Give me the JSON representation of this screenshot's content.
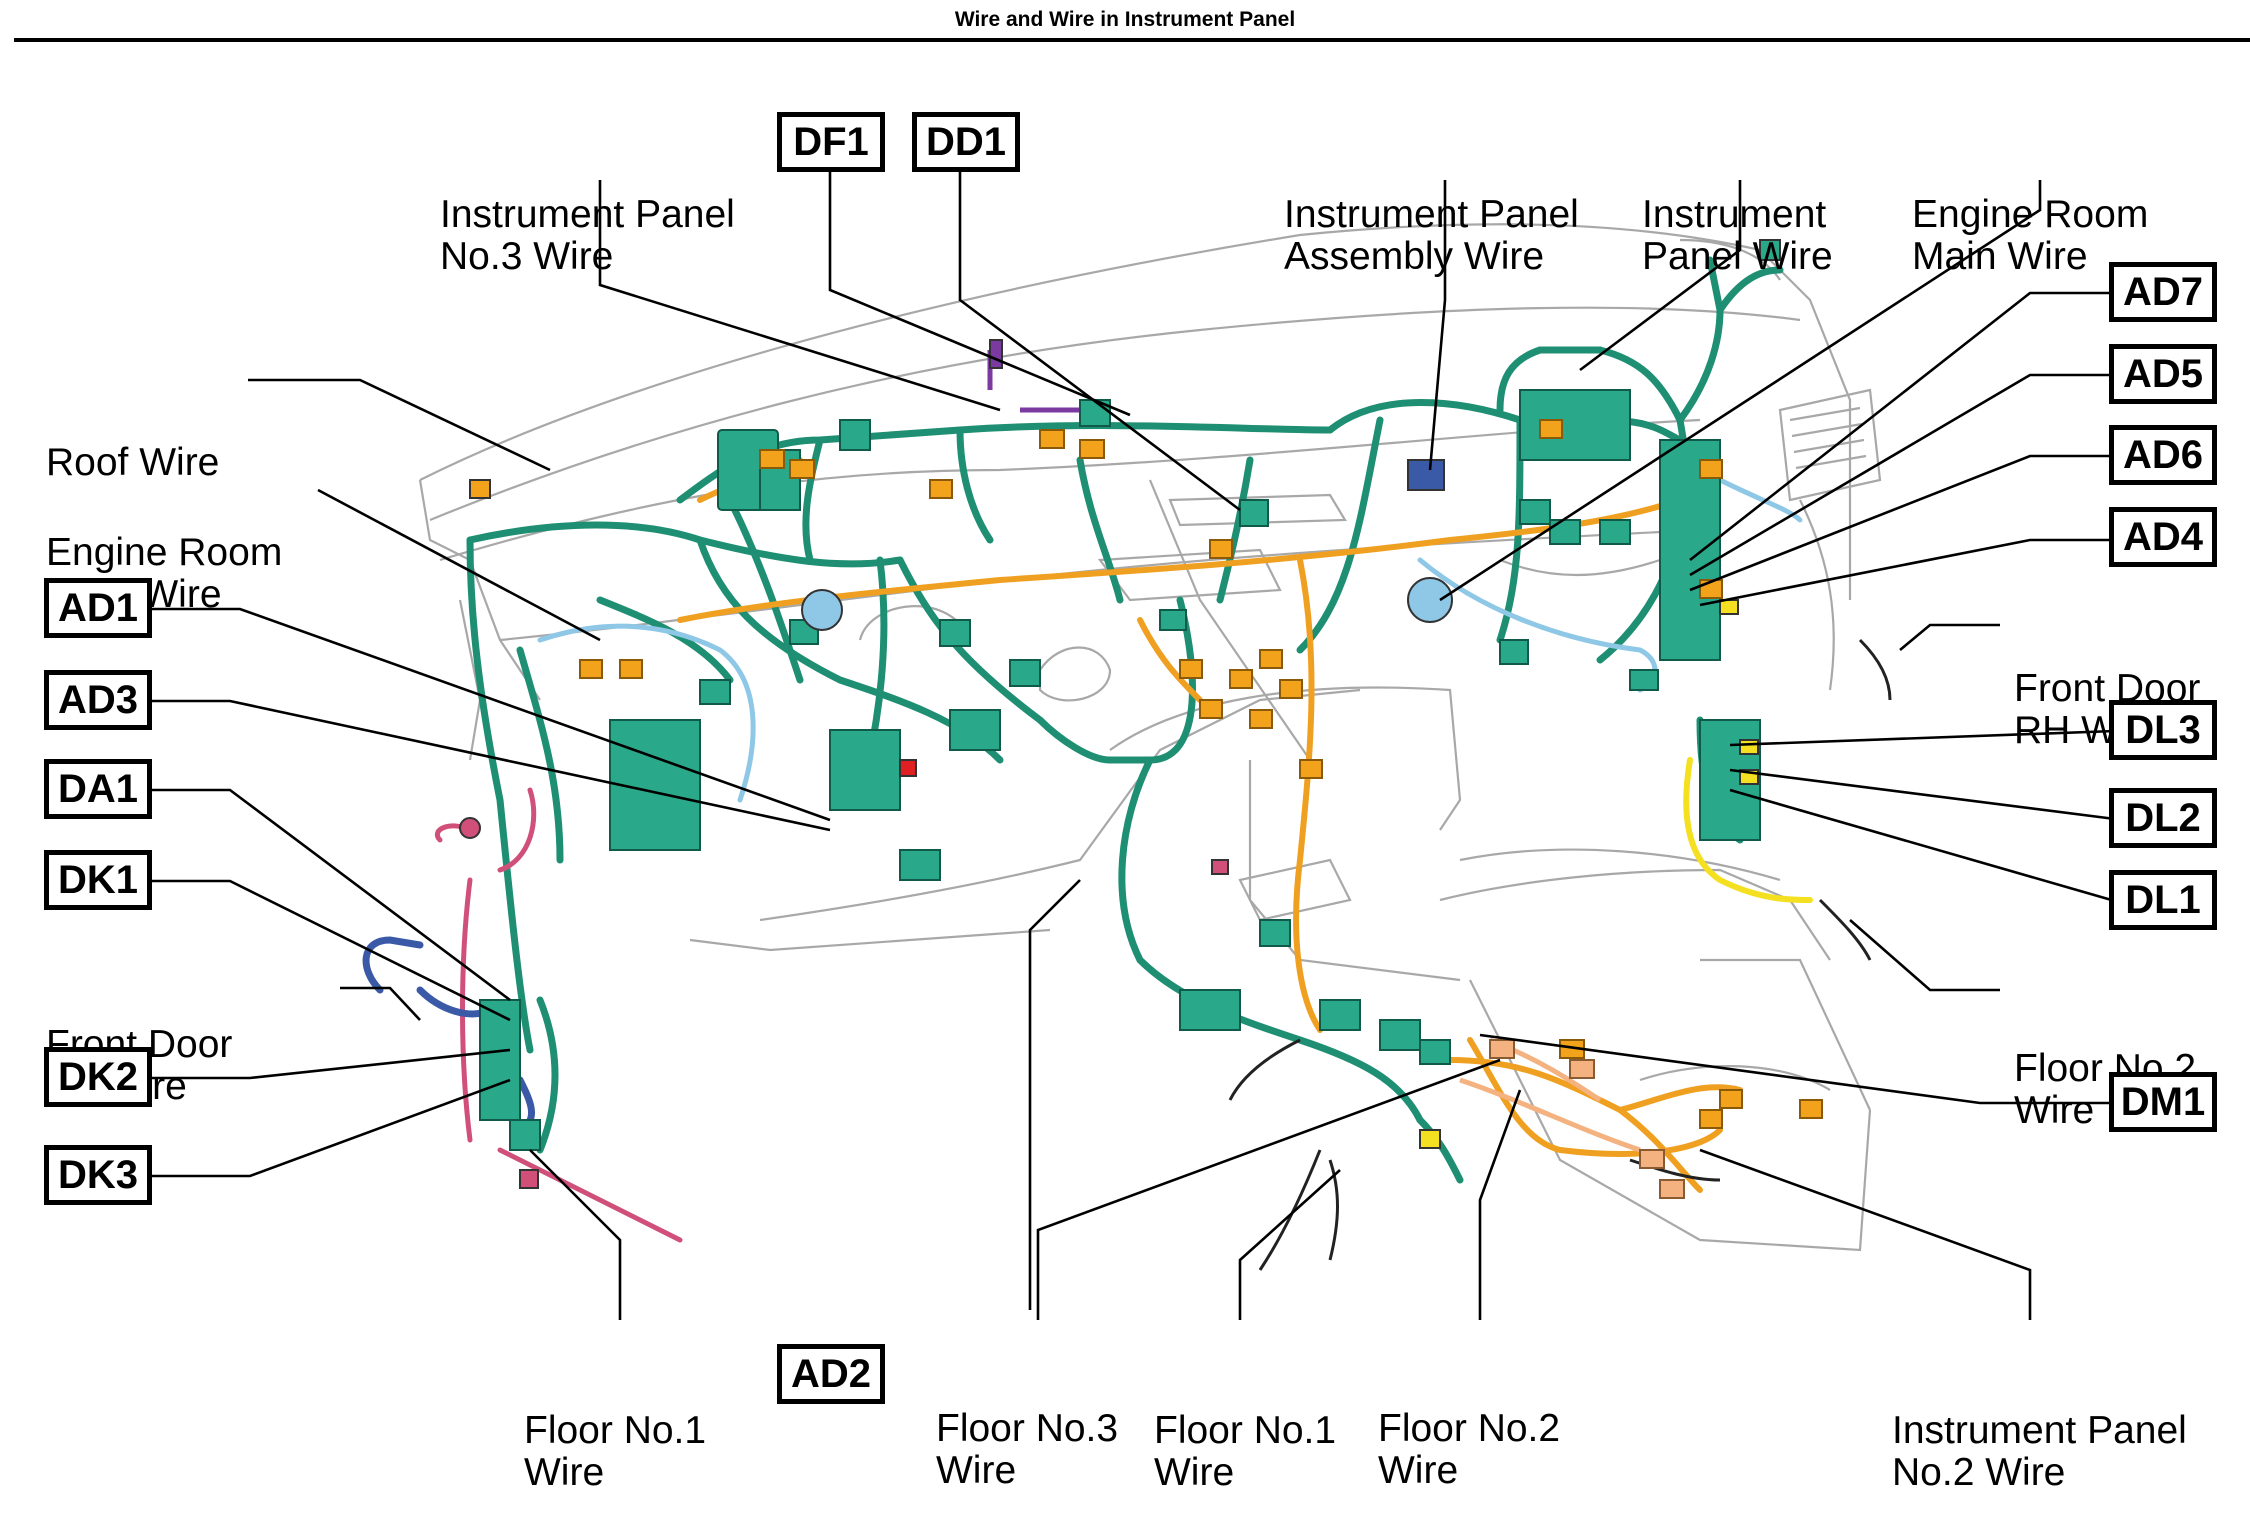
{
  "title": "Wire and Wire in Instrument Panel",
  "labels": {
    "instrument_panel_no3_wire": [
      "Instrument Panel",
      "No.3 Wire"
    ],
    "instrument_panel_assembly_wire": [
      "Instrument Panel",
      "Assembly Wire"
    ],
    "instrument_panel_wire": [
      "Instrument",
      "Panel Wire"
    ],
    "engine_room_main_wire_top": [
      "Engine Room",
      "Main Wire"
    ],
    "roof_wire": [
      "Roof Wire"
    ],
    "engine_room_main_wire_left": [
      "Engine Room",
      "Main Wire"
    ],
    "front_door_rh_wire": [
      "Front Door",
      "RH Wire"
    ],
    "front_door_lh_wire": [
      "Front Door",
      "LH Wire"
    ],
    "floor_no2_wire_right": [
      "Floor No.2",
      "Wire"
    ],
    "floor_no1_wire_left": [
      "Floor No.1",
      "Wire"
    ],
    "floor_no3_wire": [
      "Floor No.3",
      "Wire"
    ],
    "floor_no1_wire_center": [
      "Floor No.1",
      "Wire"
    ],
    "floor_no2_wire_bottom": [
      "Floor No.2",
      "Wire"
    ],
    "instrument_panel_no2_wire": [
      "Instrument Panel",
      "No.2 Wire"
    ]
  },
  "connectors": {
    "df1": "DF1",
    "dd1": "DD1",
    "ad7": "AD7",
    "ad5": "AD5",
    "ad6": "AD6",
    "ad4": "AD4",
    "ad1": "AD1",
    "ad3": "AD3",
    "da1": "DA1",
    "dk1": "DK1",
    "dk2": "DK2",
    "dk3": "DK3",
    "dl3": "DL3",
    "dl2": "DL2",
    "dl1": "DL1",
    "dm1": "DM1",
    "ad2": "AD2"
  },
  "colors": {
    "harness_green": "#1f8f73",
    "connector_green": "#2aa88a",
    "connector_orange": "#f2a21b",
    "wire_orange": "#f0a020",
    "wire_lightblue": "#8ec8e6",
    "wire_pink": "#d0507a",
    "wire_blue": "#3a5aa8",
    "wire_yellow": "#f4e020",
    "wire_tan": "#f3b280",
    "wire_purple": "#7a3aa0",
    "outline_gray": "#a8a8a8"
  }
}
